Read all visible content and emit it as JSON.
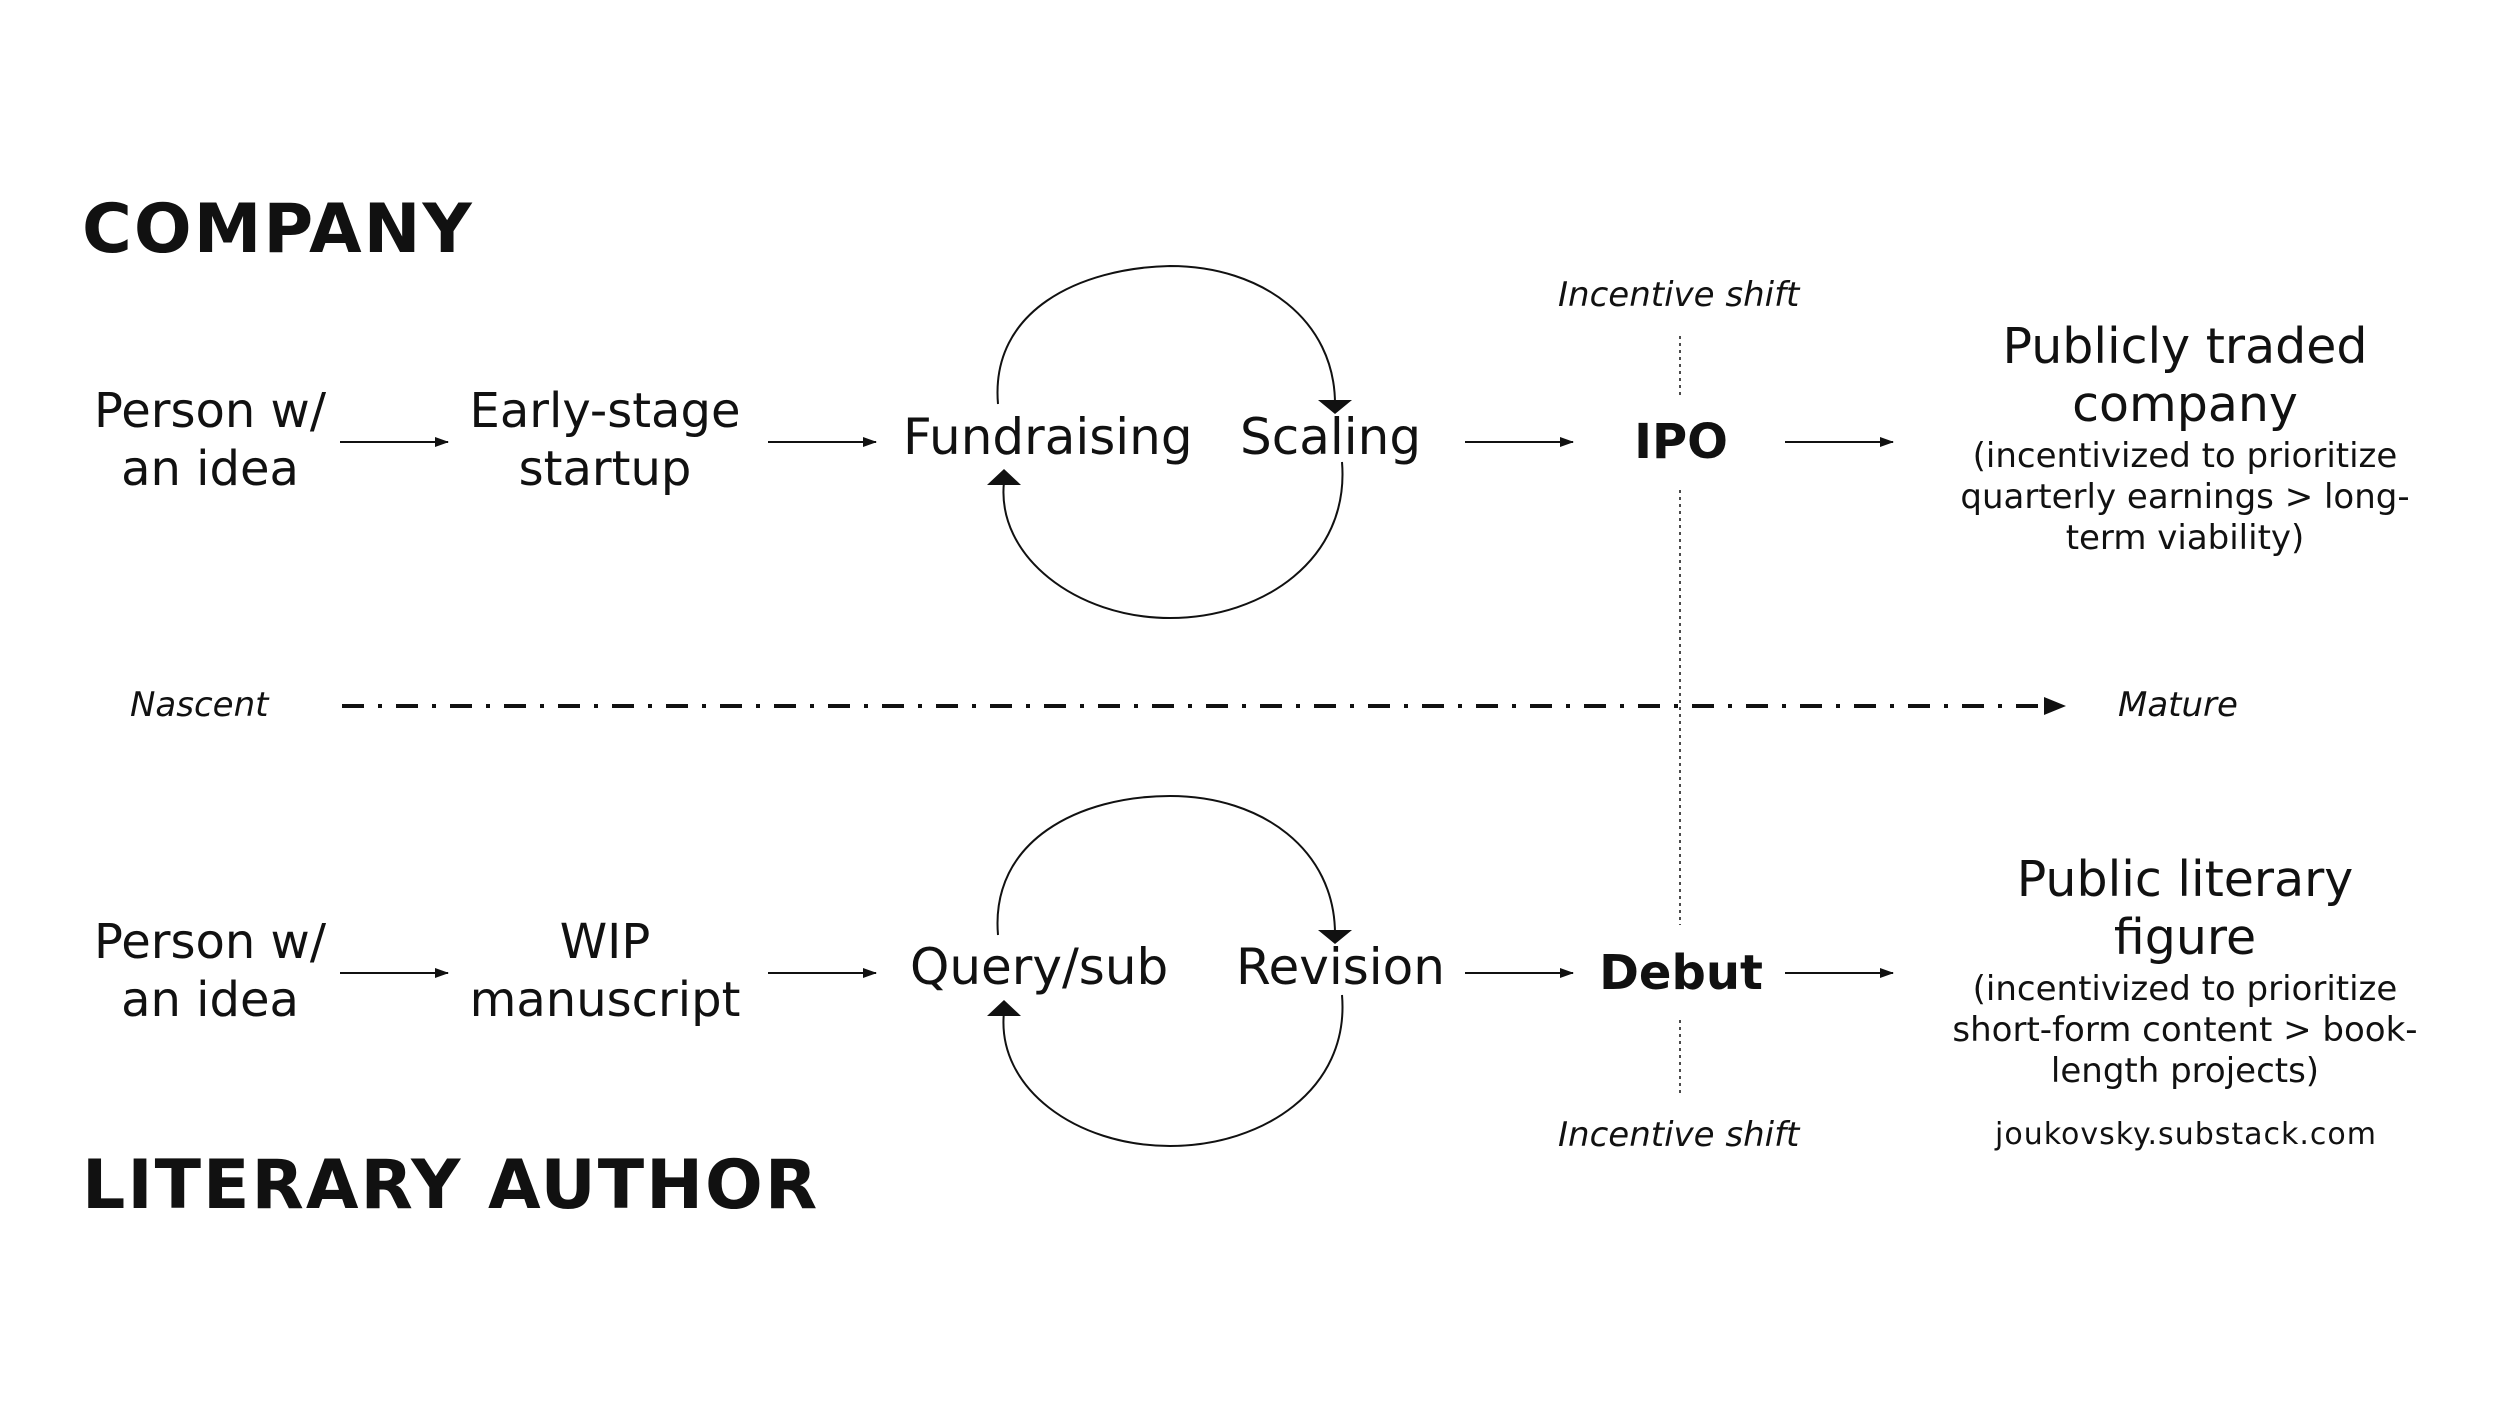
{
  "company": {
    "heading": "COMPANY",
    "start": [
      "Person w/",
      "an idea"
    ],
    "stage2": [
      "Early-stage",
      "startup"
    ],
    "cycle_left": "Fundraising",
    "cycle_right": "Scaling",
    "milestone": "IPO",
    "end_title": [
      "Publicly traded",
      "company"
    ],
    "end_note": [
      "(incentivized to prioritize",
      "quarterly earnings > long-",
      "term viability)"
    ],
    "shift_label": "Incentive shift"
  },
  "axis": {
    "left": "Nascent",
    "right": "Mature"
  },
  "author": {
    "heading": "LITERARY AUTHOR",
    "start": [
      "Person w/",
      "an idea"
    ],
    "stage2": [
      "WIP",
      "manuscript"
    ],
    "cycle_left": "Query/sub",
    "cycle_right": "Revision",
    "milestone": "Debut",
    "end_title": [
      "Public literary",
      "figure"
    ],
    "end_note": [
      "(incentivized to prioritize",
      "short-form content > book-",
      "length projects)"
    ],
    "shift_label": "Incentive shift"
  },
  "credit": "joukovsky.substack.com"
}
